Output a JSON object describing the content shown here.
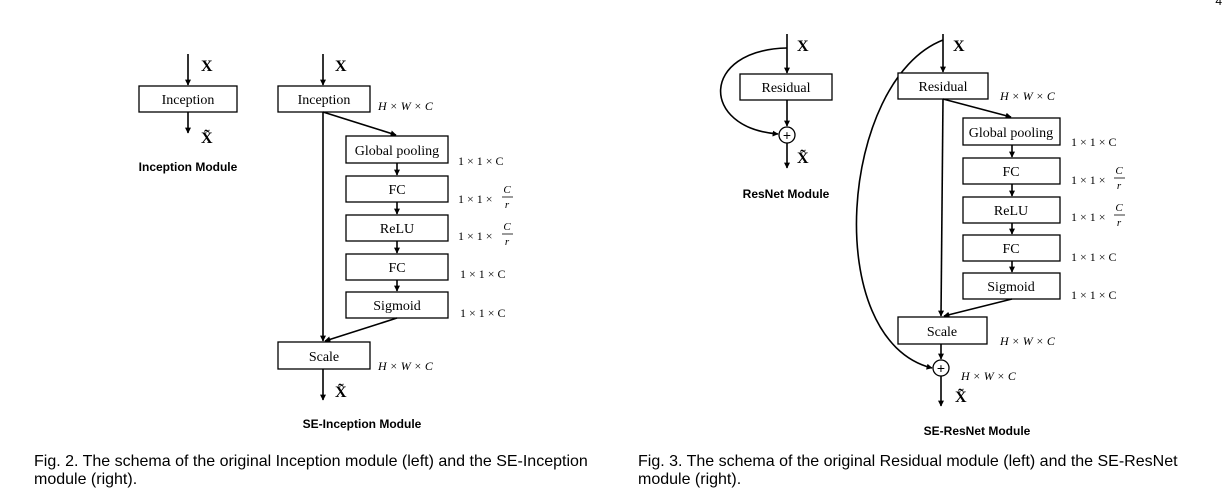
{
  "page_number": "4",
  "symbols": {
    "input": "X",
    "output": "X̃",
    "sum": "+"
  },
  "dims": {
    "hwc": "H × W × C",
    "one_one_c": "1 × 1 × C",
    "one_one_prefix": "1 × 1 ×",
    "frac_num": "C",
    "frac_den": "r"
  },
  "labels": {
    "inception": "Inception",
    "residual": "Residual",
    "global_pooling": "Global pooling",
    "fc": "FC",
    "relu": "ReLU",
    "sigmoid": "Sigmoid",
    "scale": "Scale"
  },
  "titles": {
    "inception_module": "Inception Module",
    "se_inception_module": "SE-Inception Module",
    "resnet_module": "ResNet Module",
    "se_resnet_module": "SE-ResNet Module"
  },
  "captions": {
    "fig2": "Fig. 2. The schema of the original Inception module (left) and the SE-Inception module (right).",
    "fig3": "Fig. 3. The schema of the original Residual module (left) and the SE-ResNet module (right)."
  }
}
